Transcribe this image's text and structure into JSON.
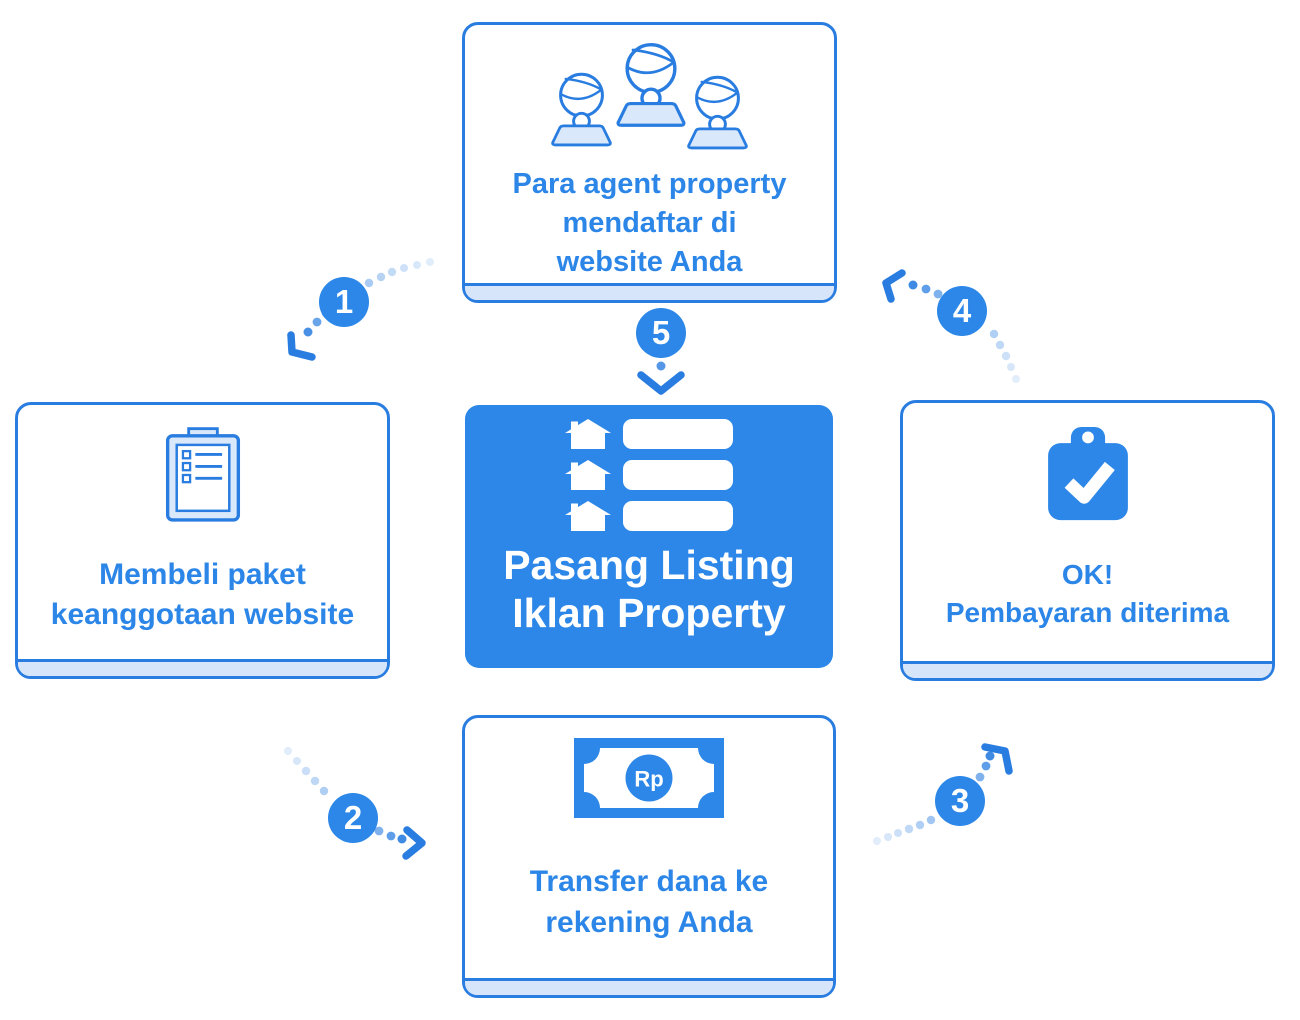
{
  "colors": {
    "primary": "#2c87e8",
    "border": "#2a7de0",
    "light": "#d9e8fb",
    "strip": "#d6e5f9",
    "text": "#2c86e8"
  },
  "nodes": {
    "top": {
      "label": "Para agent property\nmendaftar di\nwebsite Anda",
      "icon": "agents-group-icon"
    },
    "left": {
      "label": "Membeli paket\nkeanggotaan website",
      "icon": "clipboard-list-icon"
    },
    "center": {
      "label": "Pasang Listing\nIklan Property",
      "icon": "property-listing-icon"
    },
    "right": {
      "label": "OK!\nPembayaran diterima",
      "icon": "clipboard-check-icon"
    },
    "bottom": {
      "label": "Transfer dana ke\nrekening Anda",
      "icon": "banknote-rupiah-icon"
    }
  },
  "steps": {
    "s1": "1",
    "s2": "2",
    "s3": "3",
    "s4": "4",
    "s5": "5"
  },
  "currency": {
    "label": "Rp"
  }
}
